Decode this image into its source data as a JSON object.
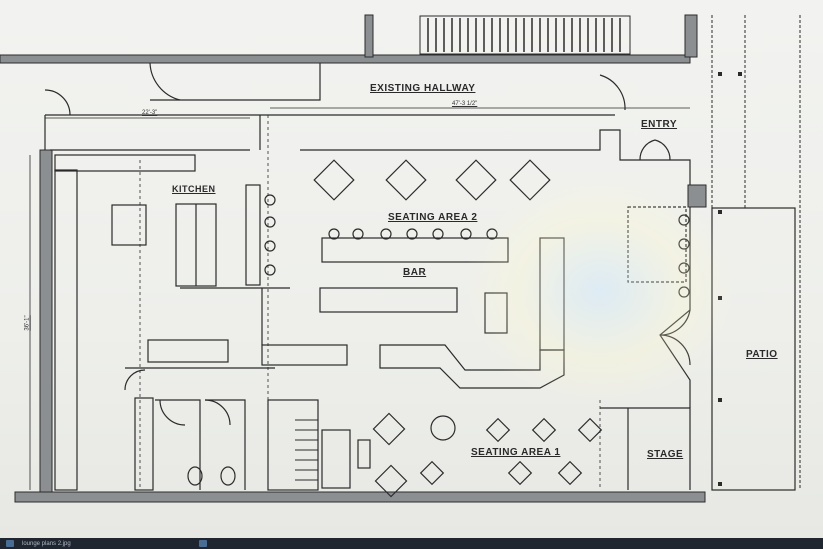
{
  "plan": {
    "rooms": {
      "existing_hallway": "EXISTING HALLWAY",
      "entry": "ENTRY",
      "kitchen": "KITCHEN",
      "seating_area_2": "SEATING AREA 2",
      "bar": "BAR",
      "seating_area_1": "SEATING AREA 1",
      "patio": "PATIO",
      "stage": "STAGE"
    },
    "dimensions": {
      "left_width": "22'-3\"",
      "main_width": "47'-3 1/2\"",
      "depth": "36'-1\""
    }
  },
  "taskbar": {
    "item_label": "lounge plans 2.jpg"
  },
  "colors": {
    "line": "#2b2b2b",
    "wall_fill": "#8c8f92",
    "background": "#f2f3f0",
    "taskbar": "#1f2630"
  }
}
